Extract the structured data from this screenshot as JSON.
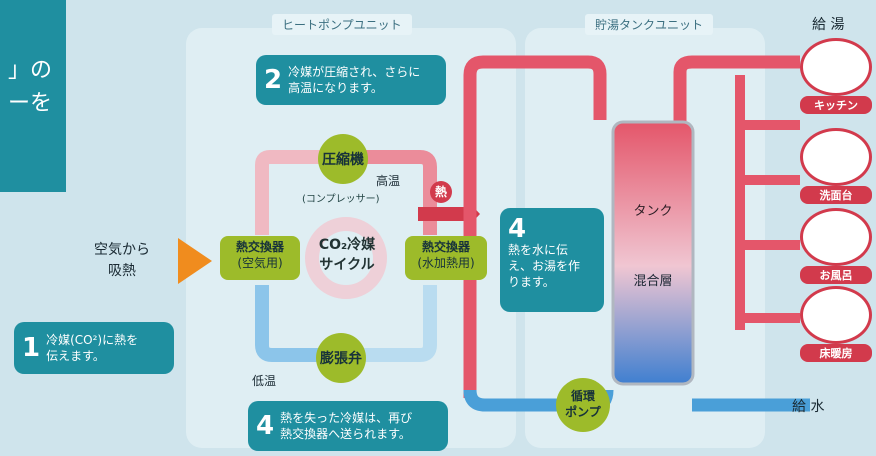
{
  "left_partial": {
    "line1": "」の",
    "line2": "ーを"
  },
  "units": {
    "heat_pump": "ヒートポンプユニット",
    "tank": "貯湯タンクユニット"
  },
  "steps": [
    {
      "num": "2",
      "text": "冷媒が圧縮され、さらに\n高温になります。"
    },
    {
      "num": "1",
      "text": "冷媒(CO²)に熱を\n伝えます。"
    },
    {
      "num": "4",
      "text": "熱を失った冷媒は、再び\n熱交換器へ送られます。"
    },
    {
      "num": "4",
      "text": "熱を水に伝\nえ、お湯を作\nります。"
    }
  ],
  "compressor": {
    "label": "圧縮機",
    "sub": "(コンプレッサー)"
  },
  "expansion_valve": {
    "label": "膨張弁"
  },
  "hx_air": {
    "line1": "熱交換器",
    "line2": "(空気用)"
  },
  "hx_water": {
    "line1": "熱交換器",
    "line2": "(水加熱用)"
  },
  "cycle": {
    "line1": "CO₂冷媒",
    "line2": "サイクル"
  },
  "air_intake": {
    "line1": "空気から",
    "line2": "吸熱"
  },
  "temps": {
    "high": "高温",
    "low": "低温"
  },
  "heat_badge": "熱",
  "tank": {
    "top": "タンク",
    "mid": "混合層"
  },
  "pump": {
    "line1": "循環",
    "line2": "ポンプ"
  },
  "supply": {
    "hot": "給 湯",
    "cold": "給 水"
  },
  "fixtures": [
    "キッチン",
    "洗面台",
    "お風呂",
    "床暖房"
  ],
  "colors": {
    "hot": "#e4566a",
    "cold": "#4a9fd8",
    "accent": "#1f8fa0",
    "green": "#9dbb2a"
  }
}
